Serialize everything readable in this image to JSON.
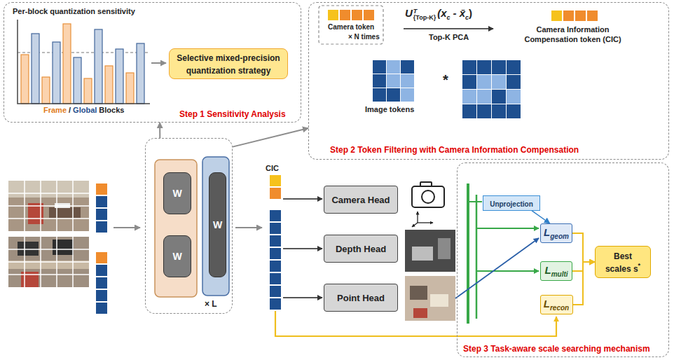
{
  "diagram": {
    "nodes": [
      {
        "text": [
          "Per-block quantization sensitivity",
          "Step 1 Sensitivity Analysis"
        ]
      },
      {
        "text": [
          "Selective mixed-precision quantization strategy"
        ],
        "in": 0
      },
      {
        "text": [
          "Step 2 Token Filtering with Camera Information Compensation"
        ]
      },
      {
        "text": [
          "× L"
        ]
      },
      {
        "text": [
          "W"
        ],
        "in": 3
      },
      {
        "text": [
          "W"
        ],
        "in": 3
      },
      {
        "text": [
          "W"
        ],
        "in": 3
      },
      {
        "text": [
          "Camera Head"
        ]
      },
      {
        "text": [
          "Depth Head"
        ]
      },
      {
        "text": [
          "Point Head"
        ]
      },
      {
        "text": [
          "Step 3 Task-aware scale searching mechanism"
        ]
      },
      {
        "text": [
          "Unprojection"
        ],
        "in": 10
      },
      {
        "text": [
          "L",
          "geom"
        ],
        "in": 10
      },
      {
        "text": [
          "L",
          "multi"
        ],
        "in": 10
      },
      {
        "text": [
          "L",
          "recon"
        ],
        "in": 10
      },
      {
        "text": [
          "Best scales s",
          "*"
        ],
        "in": 10
      }
    ],
    "edges": [
      {
        "from": 3,
        "to": 0,
        "arrow": "to"
      },
      {
        "from": 3,
        "to": 2,
        "arrow": "to"
      },
      {
        "from": 11,
        "to": 12,
        "arrow": "to"
      },
      {
        "from": 12,
        "to": 15,
        "arrow": "to"
      },
      {
        "from": 13,
        "to": 15,
        "arrow": "to"
      },
      {
        "from": 14,
        "to": 15,
        "arrow": "to"
      }
    ],
    "labels": [
      "Frame",
      "/",
      "Global",
      "Blocks",
      "Camera token",
      "× N times",
      "U",
      "T",
      "{Top-K}",
      "(x",
      "c",
      "- x̄",
      "c",
      ")",
      "Top-K PCA",
      "Camera Information Compensation token (CIC)",
      "Image tokens",
      "*",
      "CIC"
    ]
  }
}
